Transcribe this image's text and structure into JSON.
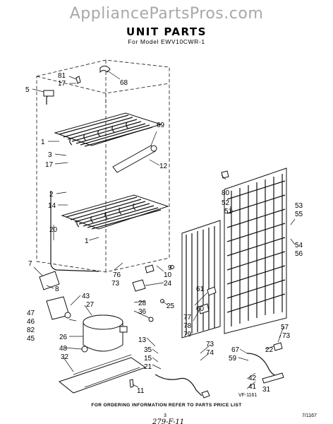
{
  "watermark": "AppliancePartsPros.com",
  "title": "UNIT PARTS",
  "subtitle": "For Model EWV10CWR-1",
  "footer_note": "FOR ORDERING INFORMATION REFER TO PARTS PRICE LIST",
  "figure_code": "VF-1161",
  "page_number": "3",
  "handwritten": "279-F-11",
  "corner_code": "7/1167",
  "callouts": [
    "81",
    "17",
    "68",
    "5",
    "1",
    "3",
    "17",
    "69",
    "12",
    "2",
    "14",
    "20",
    "1",
    "80",
    "52",
    "51",
    "53",
    "55",
    "54",
    "56",
    "7",
    "76",
    "73",
    "10",
    "9",
    "8",
    "24",
    "43",
    "27",
    "47",
    "46",
    "82",
    "45",
    "25",
    "61",
    "60",
    "77",
    "78",
    "79",
    "28",
    "36",
    "26",
    "48",
    "32",
    "13",
    "35",
    "15",
    "21",
    "73",
    "74",
    "57",
    "73",
    "22",
    "67",
    "59",
    "42",
    "41",
    "31",
    "11"
  ]
}
